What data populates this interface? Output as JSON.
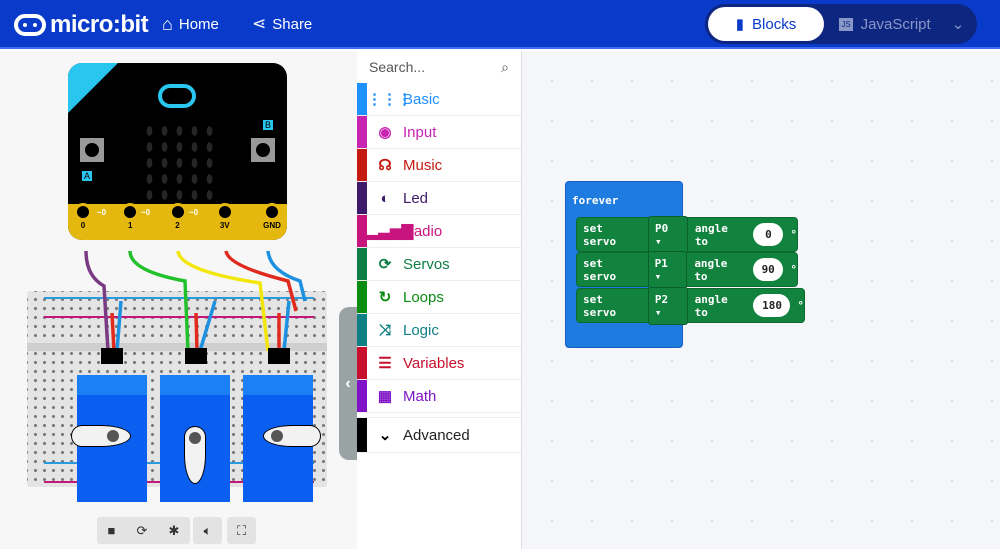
{
  "header": {
    "brand": "micro:bit",
    "home": "Home",
    "share": "Share",
    "blocks_tab": "Blocks",
    "js_tab": "JavaScript",
    "js_badge": "JS"
  },
  "toolbox": {
    "search_placeholder": "Search...",
    "categories": [
      {
        "label": "Basic",
        "color": "#1e90ff",
        "icon": "⋮⋮⋮"
      },
      {
        "label": "Input",
        "color": "#c724b1",
        "icon": "◉"
      },
      {
        "label": "Music",
        "color": "#c41a10",
        "icon": "☊"
      },
      {
        "label": "Led",
        "color": "#3d1a6a",
        "icon": "◐"
      },
      {
        "label": "Radio",
        "color": "#c8157e",
        "icon": "▂▃▅▇"
      },
      {
        "label": "Servos",
        "color": "#0d7e46",
        "icon": "⟳"
      },
      {
        "label": "Loops",
        "color": "#098c10",
        "icon": "↻"
      },
      {
        "label": "Logic",
        "color": "#0e7f82",
        "icon": "⤨"
      },
      {
        "label": "Variables",
        "color": "#c8102e",
        "icon": "☰"
      },
      {
        "label": "Math",
        "color": "#7f13c8",
        "icon": "▦"
      }
    ],
    "advanced": "Advanced"
  },
  "workspace": {
    "forever": "forever",
    "blocks": [
      {
        "label": "set servo",
        "pin": "P0",
        "angle_label": "angle to",
        "value": "0",
        "unit": "°"
      },
      {
        "label": "set servo",
        "pin": "P1",
        "angle_label": "angle to",
        "value": "90",
        "unit": "°"
      },
      {
        "label": "set servo",
        "pin": "P2",
        "angle_label": "angle to",
        "value": "180",
        "unit": "°"
      }
    ]
  },
  "simulator": {
    "pins": [
      "0",
      "1",
      "2",
      "3V",
      "GND"
    ],
    "pin_pwm": "~0",
    "button_a": "A",
    "button_b": "B"
  },
  "colors": {
    "header": "#0a3ac9",
    "servo_block": "#12833f",
    "forever_block": "#1e7be0"
  }
}
